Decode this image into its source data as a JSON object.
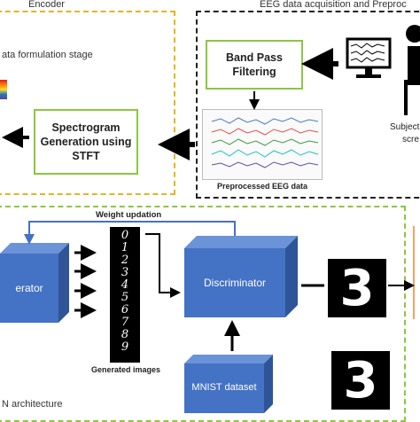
{
  "encoder": {
    "title": "Encoder",
    "stage_label": "ata formulation stage",
    "spectrogram_box": "Spectrogram Generation using STFT"
  },
  "eeg": {
    "title": "EEG data acquisition and Preproc",
    "bandpass_box": "Band Pass Filtering",
    "preprocessed_label": "Preprocessed EEG data",
    "subject_label_1": "Subject",
    "subject_label_2": "scre"
  },
  "gan": {
    "title": "N architecture",
    "weight_label": "Weight updation",
    "generator_label": "erator",
    "discriminator_label": "Discriminator",
    "generated_images_label": "Generated images",
    "mnist_label": "MNIST dataset",
    "digits": [
      "0",
      "1",
      "2",
      "3",
      "4",
      "5",
      "6",
      "7",
      "8",
      "9"
    ],
    "output_digit": "3",
    "mnist_digit": "3"
  },
  "colors": {
    "encoder_border": "#e6b422",
    "eeg_border": "#222222",
    "gan_border": "#8dc63f",
    "box_blue": "#4472c4",
    "box_green_border": "#8dc63f"
  },
  "icons": [
    "heatmap-icon",
    "eeg-signal-plot-icon",
    "computer-monitor-icon",
    "subject-figure-icon"
  ]
}
